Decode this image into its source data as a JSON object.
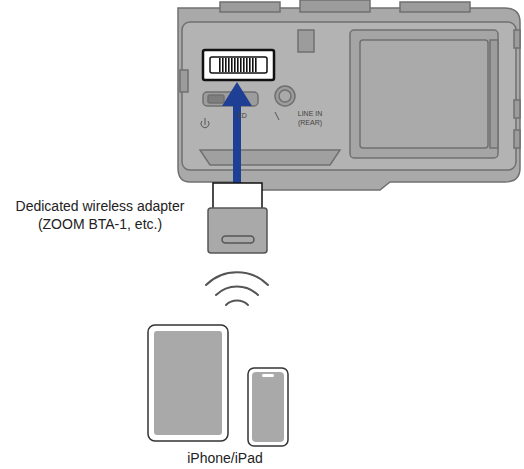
{
  "diagram": {
    "labels": [
      "ED",
      "LINE IN",
      "(REAR)",
      "Dedicated wireless adapter (ZOOM BTA-1, etc.)",
      "iPhone/iPad"
    ]
  }
}
